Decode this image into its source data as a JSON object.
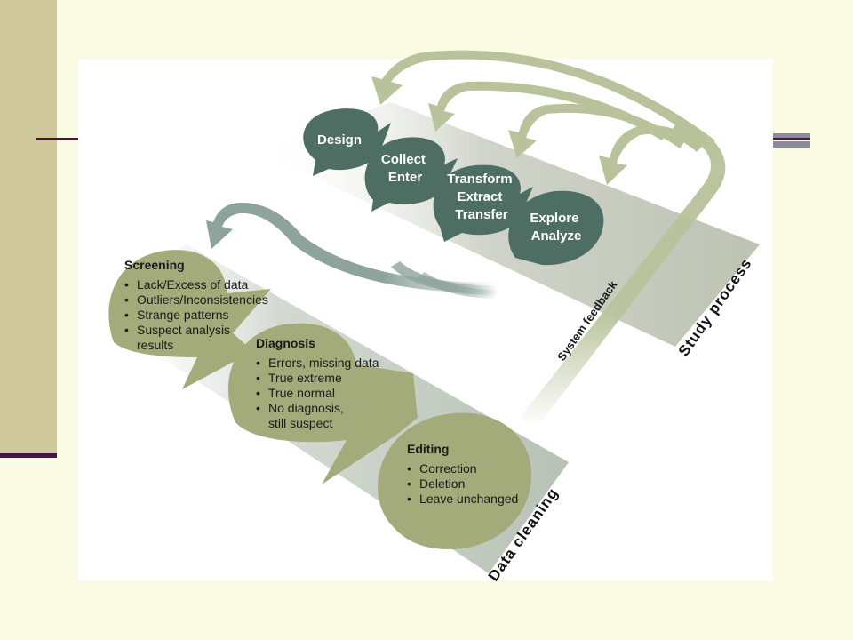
{
  "study_process": {
    "stages": [
      {
        "lines": [
          "Design"
        ]
      },
      {
        "lines": [
          "Collect",
          "Enter"
        ]
      },
      {
        "lines": [
          "Transform",
          "Extract",
          "Transfer"
        ]
      },
      {
        "lines": [
          "Explore",
          "Analyze"
        ]
      }
    ],
    "band_label": "Study process",
    "feedback_label": "System feedback"
  },
  "data_cleaning": {
    "band_label": "Data cleaning",
    "screening": {
      "title": "Screening",
      "items": [
        "Lack/Excess of data",
        "Outliers/Inconsistencies",
        "Strange patterns",
        "Suspect analysis",
        "results"
      ]
    },
    "diagnosis": {
      "title": "Diagnosis",
      "items": [
        "Errors, missing data",
        "True extreme",
        "True normal",
        "No diagnosis,",
        "still suspect"
      ]
    },
    "editing": {
      "title": "Editing",
      "items": [
        "Correction",
        "Deletion",
        "Leave unchanged"
      ]
    }
  },
  "colors": {
    "study_stage": "#4e6e63",
    "cleaning_stage": "#a3ab7b",
    "study_band": "#c4c9bc",
    "cleaning_band": "#bcc4ba",
    "feedback_arrow": "#b8c39c",
    "cleaning_arrow": "#8da39b"
  }
}
